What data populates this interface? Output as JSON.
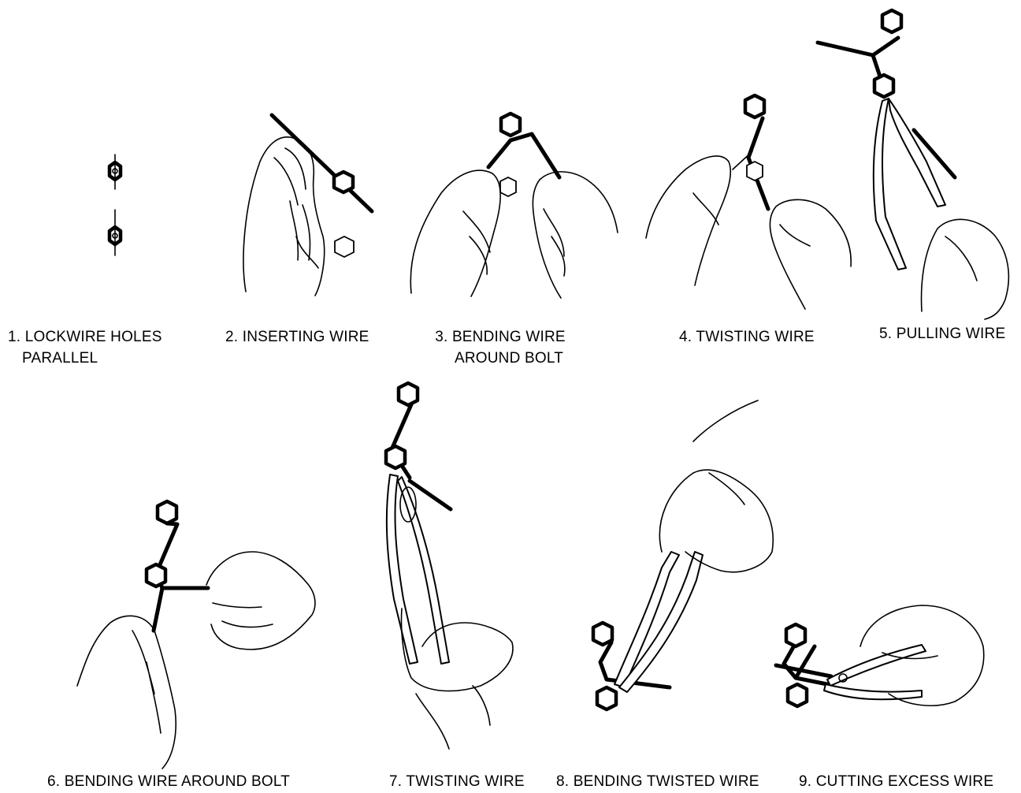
{
  "steps": [
    {
      "number": "1.",
      "caption_line1": "LOCKWIRE HOLES",
      "caption_line2": "PARALLEL"
    },
    {
      "number": "2.",
      "caption_line1": "INSERTING WIRE"
    },
    {
      "number": "3.",
      "caption_line1": "BENDING WIRE",
      "caption_line2": "AROUND BOLT"
    },
    {
      "number": "4.",
      "caption_line1": "TWISTING WIRE"
    },
    {
      "number": "5.",
      "caption_line1": "PULLING WIRE"
    },
    {
      "number": "6.",
      "caption_line1": "BENDING WIRE AROUND BOLT"
    },
    {
      "number": "7.",
      "caption_line1": "TWISTING WIRE"
    },
    {
      "number": "8.",
      "caption_line1": "BENDING TWISTED WIRE"
    },
    {
      "number": "9.",
      "caption_line1": "CUTTING EXCESS WIRE"
    }
  ],
  "colors": {
    "ink": "#000000",
    "paper": "#ffffff"
  }
}
